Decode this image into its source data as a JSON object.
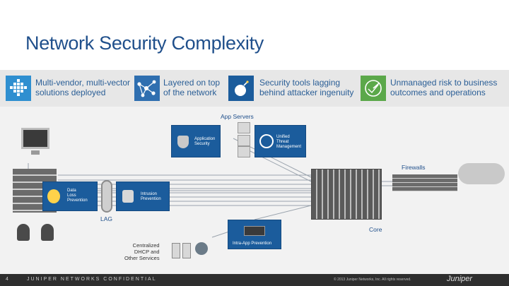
{
  "title": "Network Security Complexity",
  "banner": [
    {
      "text_line1": "Multi-vendor, multi-vector",
      "text_line2": "solutions deployed",
      "icon": "grid-diamond-icon",
      "color": "#2f8fd0"
    },
    {
      "text_line1": "Layered on top",
      "text_line2": "of the network",
      "icon": "network-nodes-icon",
      "color": "#2f6fb0"
    },
    {
      "text_line1": "Security tools lagging",
      "text_line2": "behind attacker ingenuity",
      "icon": "bomb-icon",
      "color": "#1b5c9c"
    },
    {
      "text_line1": "Unmanaged risk to business",
      "text_line2": "outcomes and operations",
      "icon": "gauge-icon",
      "color": "#5ba84a"
    }
  ],
  "diagram": {
    "app_servers": "App Servers",
    "application_security": [
      "Application",
      "Security"
    ],
    "unified_threat": [
      "Unified",
      "Threat",
      "Management"
    ],
    "firewalls": "Firewalls",
    "data_loss": [
      "Data",
      "Loss",
      "Prevention"
    ],
    "intrusion": [
      "Intrusion",
      "Prevention"
    ],
    "lag": "LAG",
    "core": "Core",
    "centralized": [
      "Centralized",
      "DHCP and",
      "Other Services"
    ],
    "intra_app": "Intra-App Prevention"
  },
  "footer": {
    "page": "4",
    "confidential": "JUNIPER NETWORKS CONFIDENTIAL",
    "copyright": "© 2013 Juniper Networks, Inc. All rights reserved.",
    "logo": "Juniper"
  }
}
